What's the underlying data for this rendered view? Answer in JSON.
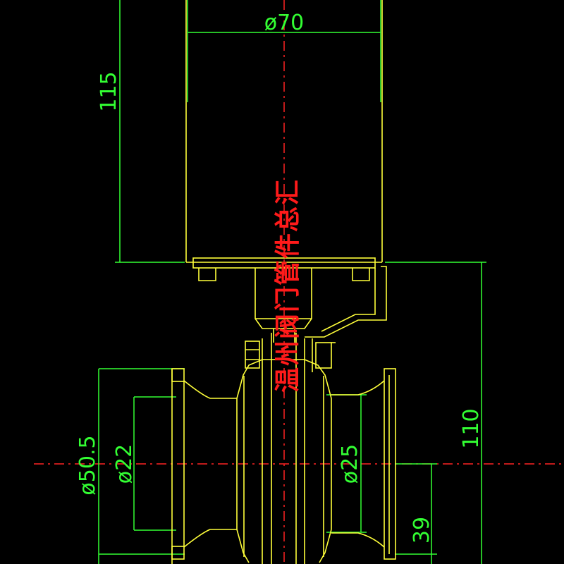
{
  "colors": {
    "background": "#000000",
    "outline": "#ffff3a",
    "dimension": "#33ff33",
    "centerline": "#ff2222",
    "watermark": "#ff1a1a"
  },
  "dimensions": {
    "actuator_diameter": "ø70",
    "actuator_height": "115",
    "overall_height": "110",
    "flange_diameter": "ø50.5",
    "inlet_bore": "ø22",
    "outlet_bore": "ø25",
    "centerline_offset": "39"
  },
  "watermark": "温州阀门管件总汇"
}
